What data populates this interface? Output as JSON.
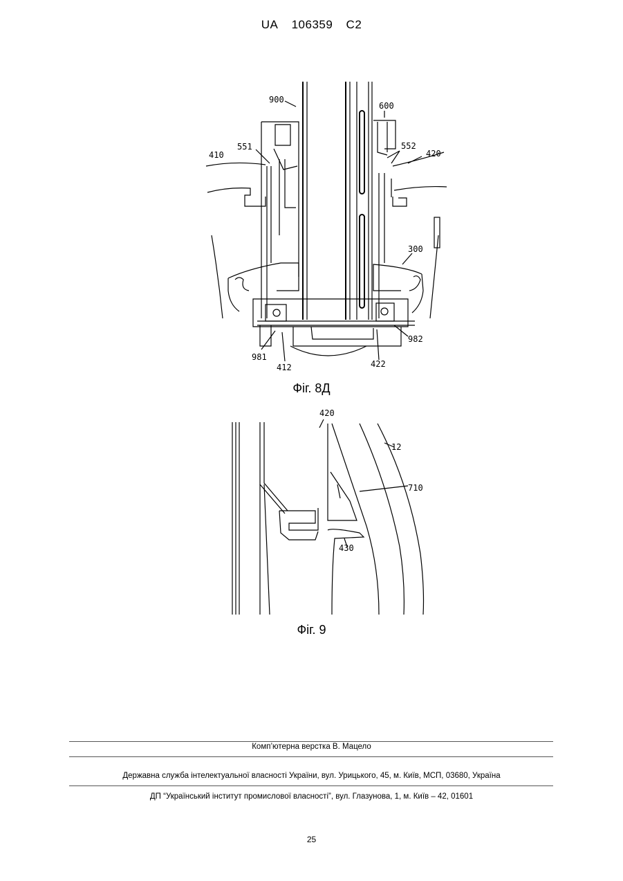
{
  "header": {
    "office": "UA",
    "number": "106359",
    "kind": "C2"
  },
  "figure_8d": {
    "caption": "Фіг. 8Д",
    "labels": {
      "l900": "900",
      "l600": "600",
      "l410": "410",
      "l551": "551",
      "l552": "552",
      "l420": "420",
      "l300": "300",
      "l981": "981",
      "l412": "412",
      "l422": "422",
      "l982": "982"
    }
  },
  "figure_9": {
    "caption": "Фіг. 9",
    "labels": {
      "l420": "420",
      "l12": "12",
      "l710": "710",
      "l430": "430"
    }
  },
  "footer": {
    "layout": "Комп’ютерна верстка В. Мацело",
    "service": "Державна служба інтелектуальної власності України, вул. Урицького, 45, м. Київ, МСП, 03680, Україна",
    "institute": "ДП “Український інститут промислової власності”, вул. Глазунова, 1, м. Київ – 42, 01601"
  },
  "page_number": "25"
}
